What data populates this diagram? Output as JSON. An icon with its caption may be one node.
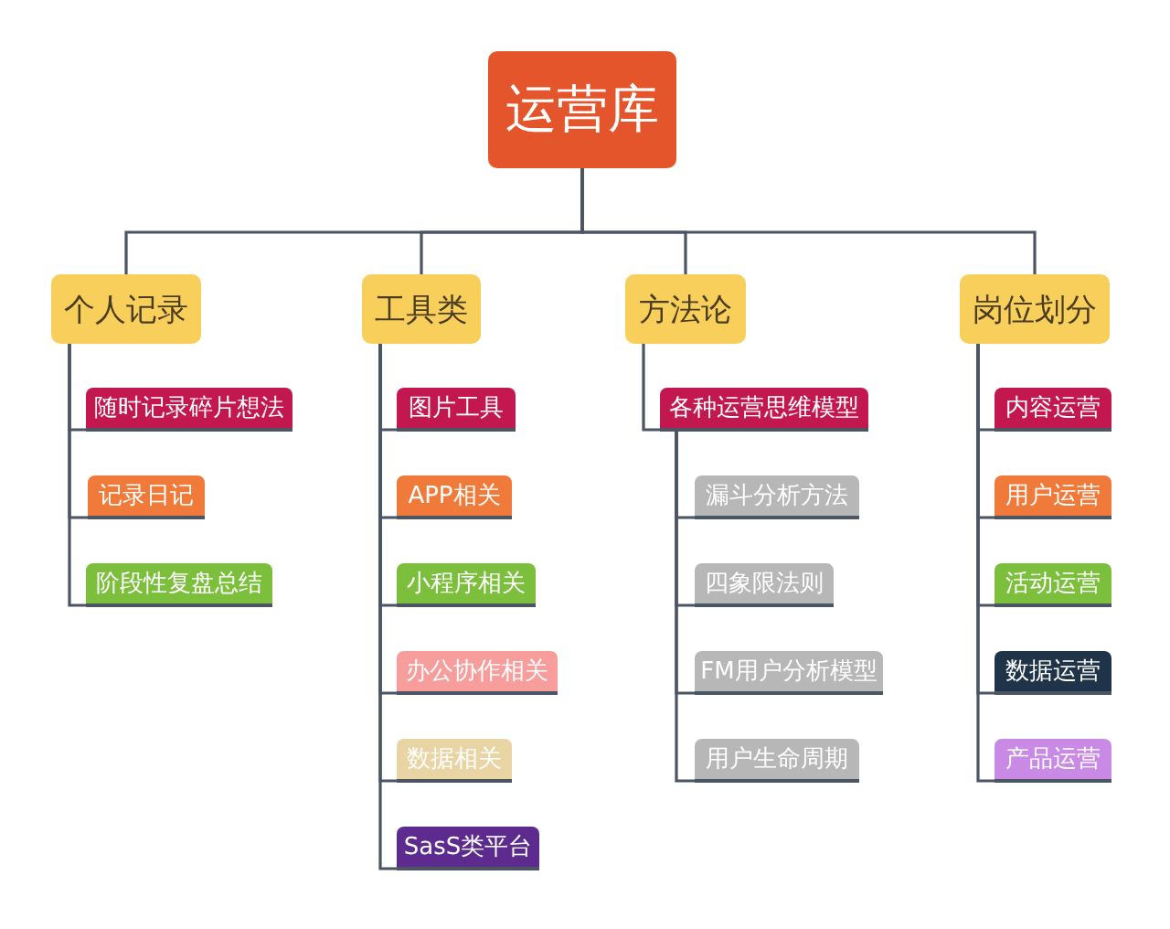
{
  "diagram": {
    "nodes": [
      {
        "text": [
          "运营库"
        ]
      },
      {
        "text": [
          "个人记录"
        ]
      },
      {
        "text": [
          "随时记录碎片想法"
        ]
      },
      {
        "text": [
          "记录日记"
        ]
      },
      {
        "text": [
          "阶段性复盘总结"
        ]
      },
      {
        "text": [
          "工具类"
        ]
      },
      {
        "text": [
          "图片工具"
        ]
      },
      {
        "text": [
          "APP相关"
        ]
      },
      {
        "text": [
          "小程序相关"
        ]
      },
      {
        "text": [
          "办公协作相关"
        ]
      },
      {
        "text": [
          "数据相关"
        ]
      },
      {
        "text": [
          "SasS类平台"
        ]
      },
      {
        "text": [
          "方法论"
        ]
      },
      {
        "text": [
          "各种运营思维模型"
        ]
      },
      {
        "text": [
          "漏斗分析方法"
        ]
      },
      {
        "text": [
          "四象限法则"
        ]
      },
      {
        "text": [
          "FM用户分析模型"
        ]
      },
      {
        "text": [
          "用户生命周期"
        ]
      },
      {
        "text": [
          "岗位划分"
        ]
      },
      {
        "text": [
          "内容运营"
        ]
      },
      {
        "text": [
          "用户运营"
        ]
      },
      {
        "text": [
          "活动运营"
        ]
      },
      {
        "text": [
          "数据运营"
        ]
      },
      {
        "text": [
          "产品运营"
        ]
      }
    ],
    "edges": [
      {
        "from": 0,
        "to": 1,
        "arrow": "none"
      },
      {
        "from": 0,
        "to": 5,
        "arrow": "none"
      },
      {
        "from": 0,
        "to": 12,
        "arrow": "none"
      },
      {
        "from": 0,
        "to": 18,
        "arrow": "none"
      },
      {
        "from": 1,
        "to": 2,
        "arrow": "none"
      },
      {
        "from": 1,
        "to": 3,
        "arrow": "none"
      },
      {
        "from": 1,
        "to": 4,
        "arrow": "none"
      },
      {
        "from": 5,
        "to": 6,
        "arrow": "none"
      },
      {
        "from": 5,
        "to": 7,
        "arrow": "none"
      },
      {
        "from": 5,
        "to": 8,
        "arrow": "none"
      },
      {
        "from": 5,
        "to": 9,
        "arrow": "none"
      },
      {
        "from": 5,
        "to": 10,
        "arrow": "none"
      },
      {
        "from": 5,
        "to": 11,
        "arrow": "none"
      },
      {
        "from": 12,
        "to": 13,
        "arrow": "none"
      },
      {
        "from": 13,
        "to": 14,
        "arrow": "none"
      },
      {
        "from": 13,
        "to": 15,
        "arrow": "none"
      },
      {
        "from": 13,
        "to": 16,
        "arrow": "none"
      },
      {
        "from": 13,
        "to": 17,
        "arrow": "none"
      },
      {
        "from": 18,
        "to": 19,
        "arrow": "none"
      },
      {
        "from": 18,
        "to": 20,
        "arrow": "none"
      },
      {
        "from": 18,
        "to": 21,
        "arrow": "none"
      },
      {
        "from": 18,
        "to": 22,
        "arrow": "none"
      },
      {
        "from": 18,
        "to": 23,
        "arrow": "none"
      }
    ]
  }
}
